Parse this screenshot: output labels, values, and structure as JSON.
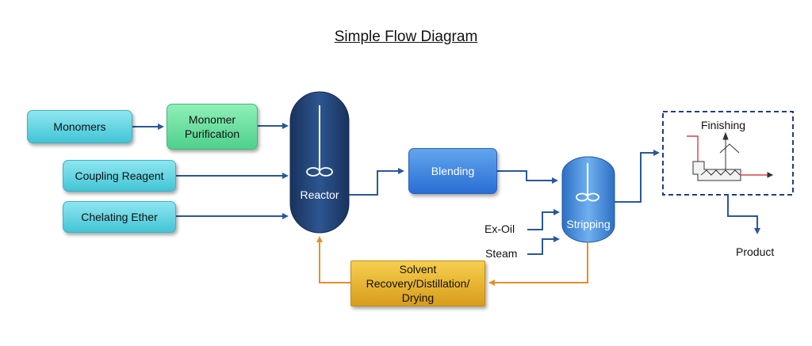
{
  "title": "Simple Flow Diagram",
  "nodes": {
    "monomers": "Monomers",
    "monomer_purification": "Monomer Purification",
    "coupling_reagent": "Coupling Reagent",
    "chelating_ether": "Chelating Ether",
    "reactor": "Reactor",
    "blending": "Blending",
    "stripping": "Stripping",
    "solvent_recovery": "Solvent Recovery/Distillation/ Drying",
    "finishing": "Finishing"
  },
  "labels": {
    "ex_oil": "Ex-Oil",
    "steam": "Steam",
    "product": "Product"
  },
  "colors": {
    "process_arrow": "#2b5797",
    "recycle_arrow": "#e0912c",
    "reactor_vessel": "#1f3d6e",
    "stripping_vessel": "#3a82d6",
    "finishing_border": "#1f3f80"
  }
}
